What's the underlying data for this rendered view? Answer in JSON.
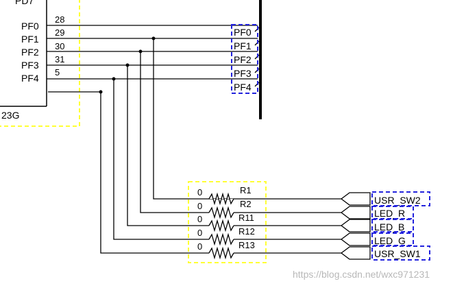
{
  "chip": {
    "top_pin": "PD7",
    "part_fragment": "23G",
    "pins": [
      {
        "name": "PF0",
        "number": "28"
      },
      {
        "name": "PF1",
        "number": "29"
      },
      {
        "name": "PF2",
        "number": "30"
      },
      {
        "name": "PF3",
        "number": "31"
      },
      {
        "name": "PF4",
        "number": "5"
      }
    ]
  },
  "bus_labels": [
    "PF0",
    "PF1",
    "PF2",
    "PF3",
    "PF4"
  ],
  "resistors": [
    {
      "name": "R1",
      "value": "0"
    },
    {
      "name": "R2",
      "value": "0"
    },
    {
      "name": "R11",
      "value": "0"
    },
    {
      "name": "R12",
      "value": "0"
    },
    {
      "name": "R13",
      "value": "0"
    }
  ],
  "ports": [
    "USR_SW2",
    "LED_R",
    "LED_B",
    "LED_G",
    "USR_SW1"
  ],
  "watermark": "https://blog.csdn.net/wxc971231",
  "colors": {
    "wire": "#000000",
    "highlight_yellow": "#ffff33",
    "highlight_blue": "#2222dd",
    "watermark": "#b8b8b8"
  }
}
